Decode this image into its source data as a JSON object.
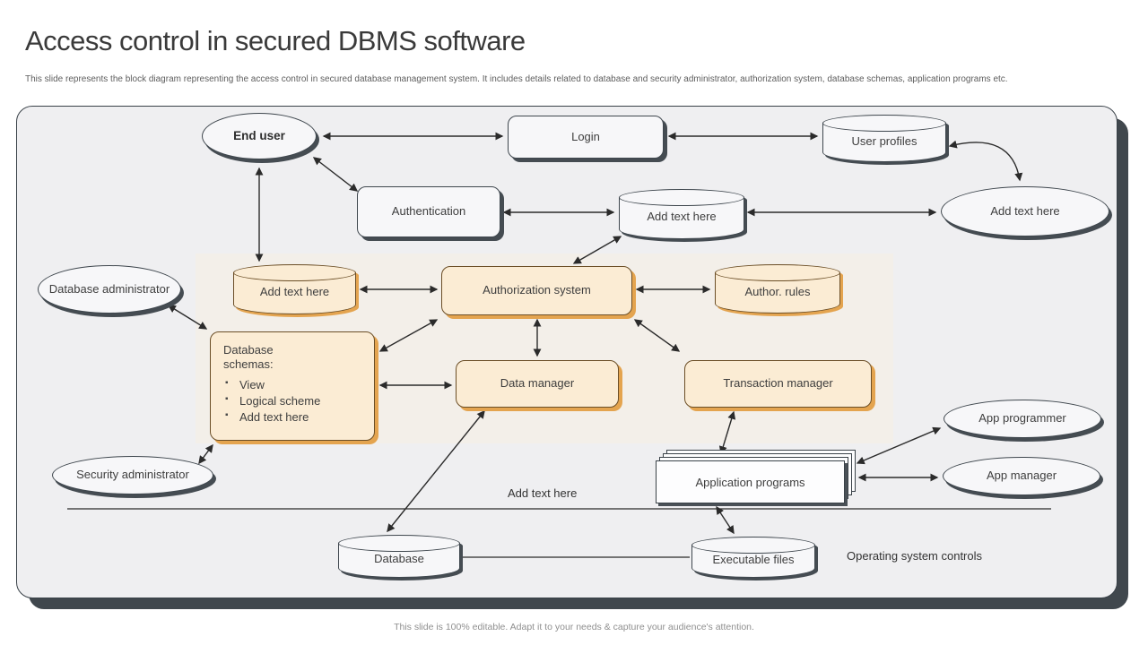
{
  "slide": {
    "title": "Access control in secured DBMS software",
    "description": "This slide represents the block diagram representing the access control in secured database management system. It includes details related to database and security administrator, authorization system, database schemas, application programs etc.",
    "footer": "This slide is 100% editable. Adapt it to your needs & capture your audience's attention."
  },
  "colors": {
    "node_fill": "#f7f7f9",
    "outline": "#3f474e",
    "shadow_dark": "#454c52",
    "accent_fill": "#fbecd4",
    "accent_border": "#6b4e26",
    "accent_shadow": "#e4a44f"
  },
  "diagram": {
    "nodes": {
      "end_user": "End user",
      "login": "Login",
      "user_profiles": "User profiles",
      "add_text_right": "Add text here",
      "authentication": "Authentication",
      "add_text_center": "Add text here",
      "database_administrator": "Database administrator",
      "add_text_orange": "Add text here",
      "authorization_system": "Authorization system",
      "author_rules": "Author. rules",
      "data_manager": "Data manager",
      "transaction_manager": "Transaction manager",
      "security_administrator": "Security administrator",
      "application_programs": "Application programs",
      "app_programmer": "App programmer",
      "app_manager": "App manager",
      "database": "Database",
      "executable_files": "Executable files"
    },
    "database_schemas": {
      "title": "Database schemas:",
      "items": [
        "View",
        "Logical scheme",
        "Add text here"
      ]
    },
    "labels": {
      "add_text_here": "Add text here",
      "operating_system_controls": "Operating system controls"
    }
  }
}
